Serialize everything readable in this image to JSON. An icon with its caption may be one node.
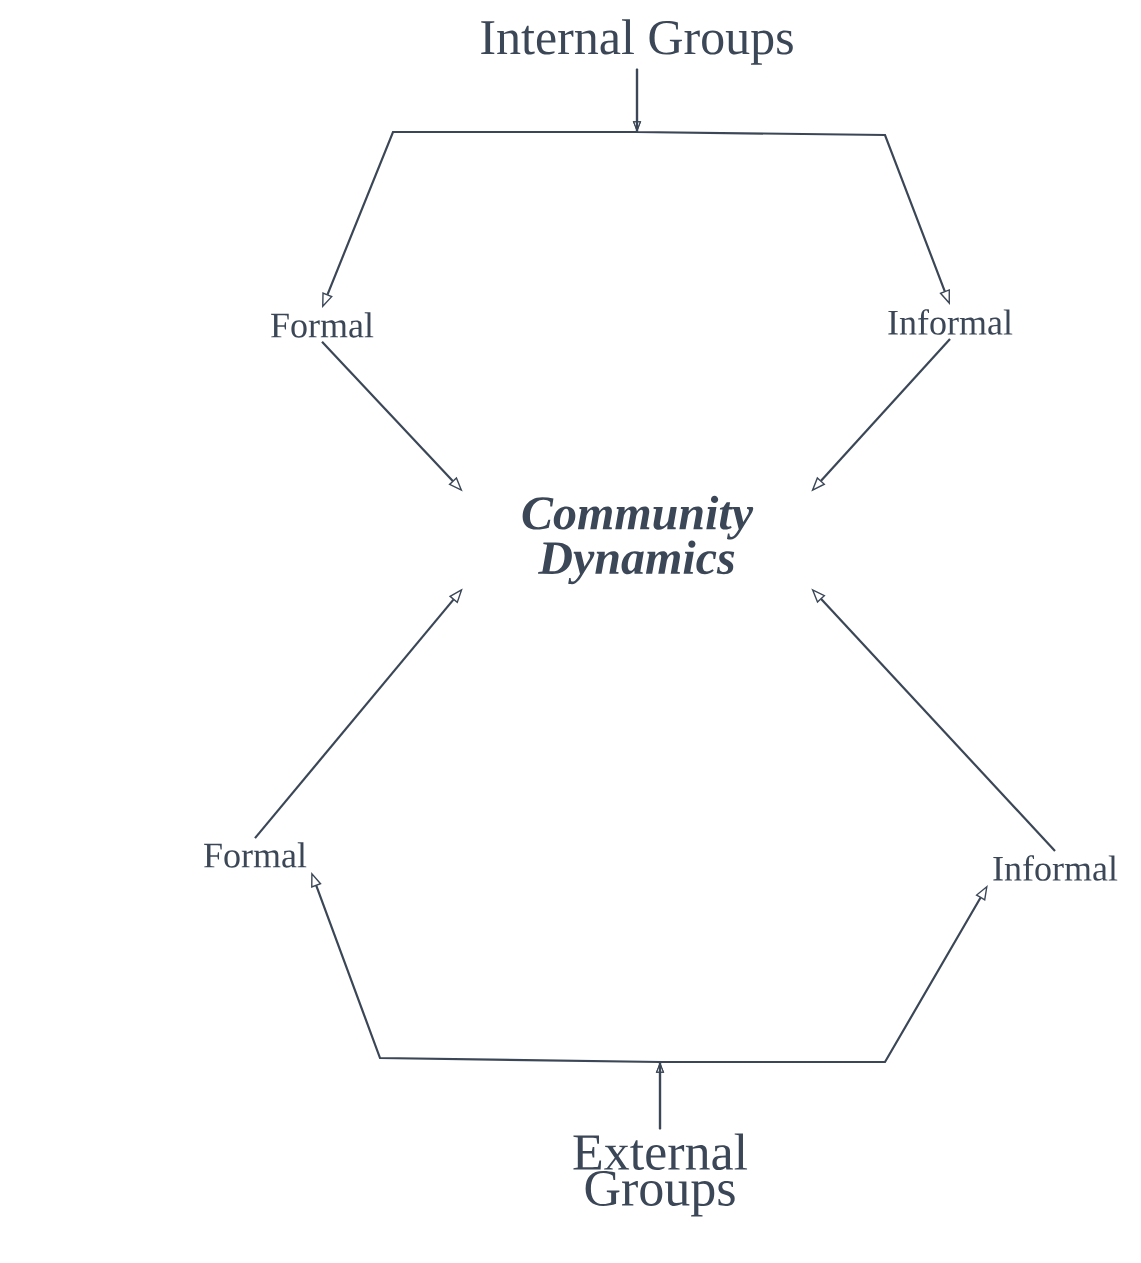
{
  "diagram": {
    "nodes": [
      {
        "text": [
          "Internal Groups"
        ]
      },
      {
        "text": [
          "Formal"
        ]
      },
      {
        "text": [
          "Informal"
        ]
      },
      {
        "text": [
          "Community Dynamics"
        ]
      },
      {
        "text": [
          "Formal"
        ]
      },
      {
        "text": [
          "Informal"
        ]
      },
      {
        "text": [
          "External Groups"
        ]
      }
    ],
    "edges": [
      {
        "from": 0,
        "to": 1,
        "arrow": "to"
      },
      {
        "from": 0,
        "to": 2,
        "arrow": "to"
      },
      {
        "from": 1,
        "to": 3,
        "arrow": "to"
      },
      {
        "from": 2,
        "to": 3,
        "arrow": "to"
      },
      {
        "from": 4,
        "to": 3,
        "arrow": "to"
      },
      {
        "from": 5,
        "to": 3,
        "arrow": "to"
      },
      {
        "from": 6,
        "to": 4,
        "arrow": "to"
      },
      {
        "from": 6,
        "to": 5,
        "arrow": "to"
      }
    ]
  }
}
